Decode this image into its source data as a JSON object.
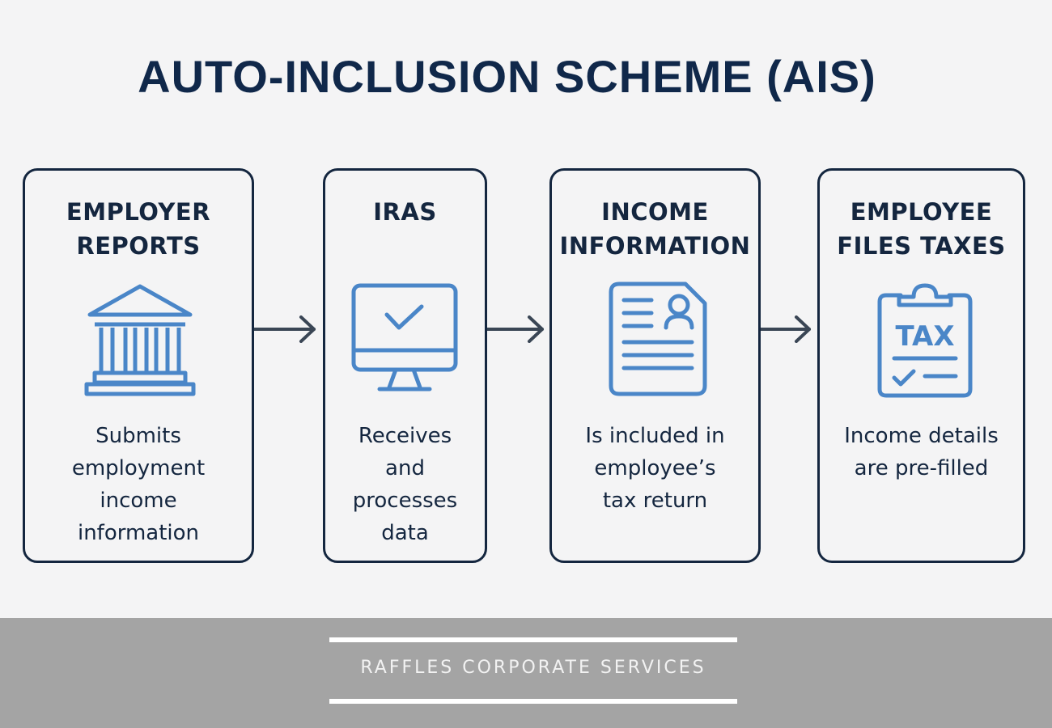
{
  "title": "AUTO-INCLUSION SCHEME (AIS)",
  "colors": {
    "dark": "#14263f",
    "icon_blue": "#4a86c8",
    "footer_bg": "#a4a4a4"
  },
  "steps": [
    {
      "title_line1": "EMPLOYER",
      "title_line2": "REPORTS",
      "icon": "bank-building-icon",
      "desc": [
        "Submits",
        "employment",
        "income",
        "information"
      ]
    },
    {
      "title_line1": "IRAS",
      "title_line2": "",
      "icon": "monitor-check-icon",
      "desc": [
        "Receives",
        "and",
        "processes",
        "data"
      ]
    },
    {
      "title_line1": "INCOME",
      "title_line2": "INFORMATION",
      "icon": "document-profile-icon",
      "desc": [
        "Is included in",
        "employee’s",
        "tax return"
      ]
    },
    {
      "title_line1": "EMPLOYEE",
      "title_line2": "FILES TAXES",
      "icon": "tax-clipboard-icon",
      "icon_text": "TAX",
      "desc": [
        "Income details",
        "are pre-filled"
      ]
    }
  ],
  "arrows": [
    "arrow-right-icon",
    "arrow-right-icon",
    "arrow-right-icon"
  ],
  "footer": {
    "brand": "RAFFLES CORPORATE SERVICES"
  }
}
